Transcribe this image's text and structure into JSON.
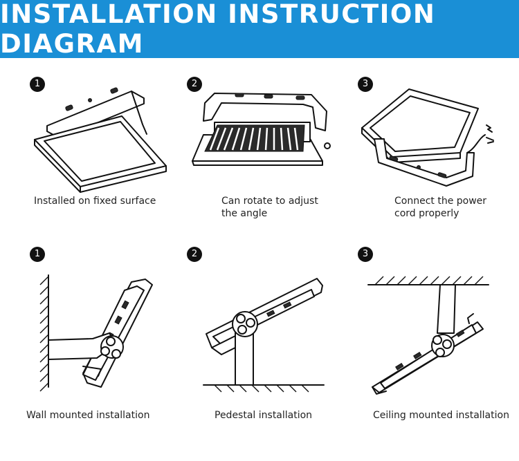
{
  "header": {
    "title": "INSTALLATION INSTRUCTION DIAGRAM"
  },
  "colors": {
    "banner": "#1a8fd6",
    "badge": "#111111"
  },
  "top_row": [
    {
      "step": "1",
      "caption": "Installed on fixed surface"
    },
    {
      "step": "2",
      "caption": "Can rotate to adjust\nthe angle"
    },
    {
      "step": "3",
      "caption": "Connect the power\ncord properly"
    }
  ],
  "bottom_row": [
    {
      "step": "1",
      "caption": "Wall mounted installation"
    },
    {
      "step": "2",
      "caption": "Pedestal installation"
    },
    {
      "step": "3",
      "caption": "Ceiling mounted installation"
    }
  ]
}
